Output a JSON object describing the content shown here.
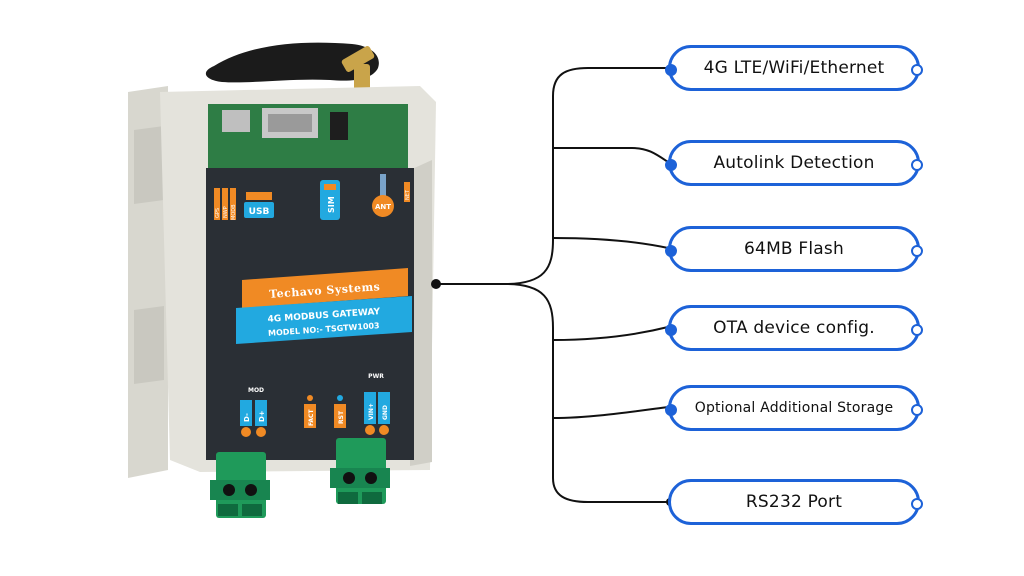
{
  "device": {
    "brand": "Techavo Systems",
    "product": "4G MODBUS GATEWAY",
    "model": "MODEL NO:- TSGTW1003",
    "port_labels": {
      "usb": "USB",
      "sim": "SIM",
      "ant": "ANT",
      "mod": "MOD",
      "pwr": "PWR",
      "d_minus": "D-",
      "d_plus": "D+",
      "fact": "FACT",
      "rst": "RST",
      "vin_plus": "VIN+",
      "gnd": "GND",
      "led_1": "GPS",
      "led_2": "NWP",
      "led_3": "MODB",
      "led_4": "NET"
    }
  },
  "features": [
    {
      "label": "4G LTE/WiFi/Ethernet"
    },
    {
      "label": "Autolink Detection"
    },
    {
      "label": "64MB Flash"
    },
    {
      "label": "OTA device config."
    },
    {
      "label": "Optional Additional Storage"
    },
    {
      "label": "RS232 Port"
    }
  ],
  "colors": {
    "accent": "#1d62d8",
    "line": "#111111",
    "panel": "#2a2f35",
    "orange": "#f08a24",
    "cyan": "#22a9e0",
    "terminal": "#1f9a5a"
  }
}
